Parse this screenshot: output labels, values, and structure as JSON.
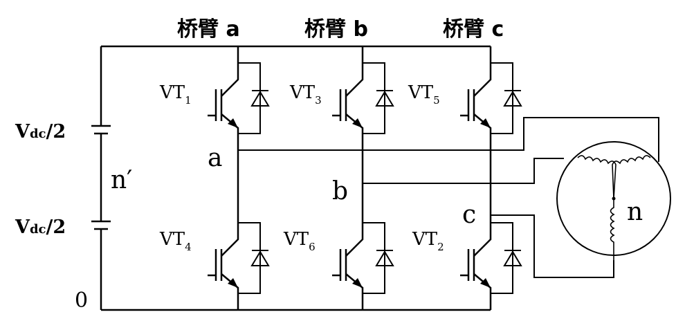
{
  "diagram": {
    "bridge_legs": [
      {
        "label": "桥臂 a"
      },
      {
        "label": "桥臂 b"
      },
      {
        "label": "桥臂 c"
      }
    ],
    "switches": {
      "upper": [
        {
          "prefix": "VT",
          "index": "1"
        },
        {
          "prefix": "VT",
          "index": "3"
        },
        {
          "prefix": "VT",
          "index": "5"
        }
      ],
      "lower": [
        {
          "prefix": "VT",
          "index": "4"
        },
        {
          "prefix": "VT",
          "index": "6"
        },
        {
          "prefix": "VT",
          "index": "2"
        }
      ]
    },
    "dc_source": {
      "upper": {
        "main": "V",
        "sub": "dc",
        "tail": "/2"
      },
      "lower": {
        "main": "V",
        "sub": "dc",
        "tail": "/2"
      },
      "midpoint": "n′",
      "ground": "0"
    },
    "nodes": {
      "a": "a",
      "b": "b",
      "c": "c"
    },
    "motor": {
      "neutral": "n"
    }
  }
}
